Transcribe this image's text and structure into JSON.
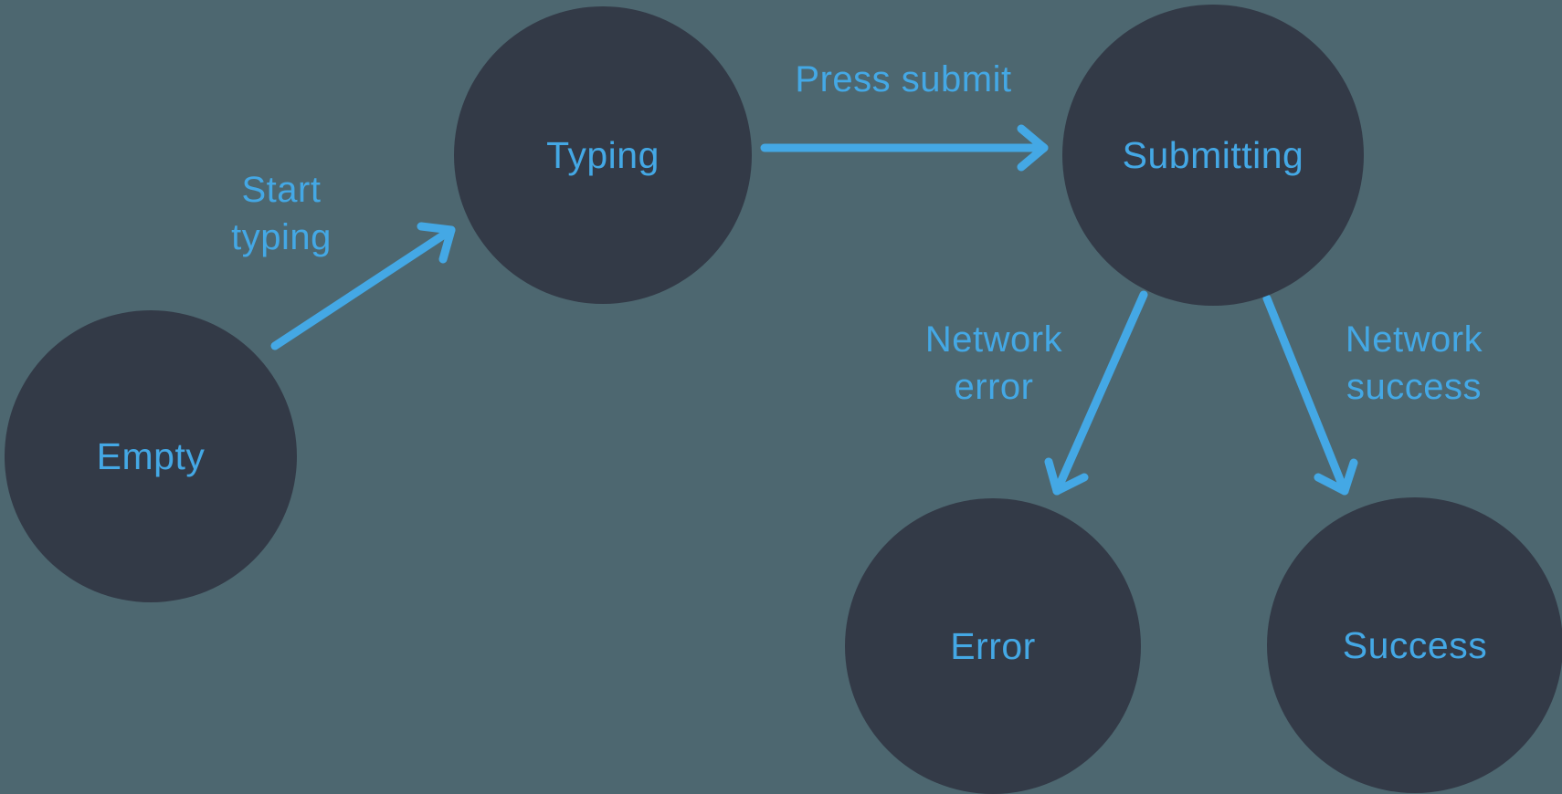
{
  "diagram": {
    "type": "state-machine",
    "colors": {
      "background": "#4d6770",
      "node_fill": "#333a47",
      "accent_blue": "#44a8e5"
    },
    "nodes": {
      "empty": {
        "label": "Empty"
      },
      "typing": {
        "label": "Typing"
      },
      "submitting": {
        "label": "Submitting"
      },
      "error": {
        "label": "Error"
      },
      "success": {
        "label": "Success"
      }
    },
    "transitions": {
      "start_typing": {
        "from": "Empty",
        "to": "Typing",
        "label_lines": [
          "Start",
          "typing"
        ]
      },
      "press_submit": {
        "from": "Typing",
        "to": "Submitting",
        "label_lines": [
          "Press submit"
        ]
      },
      "network_error": {
        "from": "Submitting",
        "to": "Error",
        "label_lines": [
          "Network",
          "error"
        ]
      },
      "network_success": {
        "from": "Submitting",
        "to": "Success",
        "label_lines": [
          "Network",
          "success"
        ]
      }
    }
  }
}
